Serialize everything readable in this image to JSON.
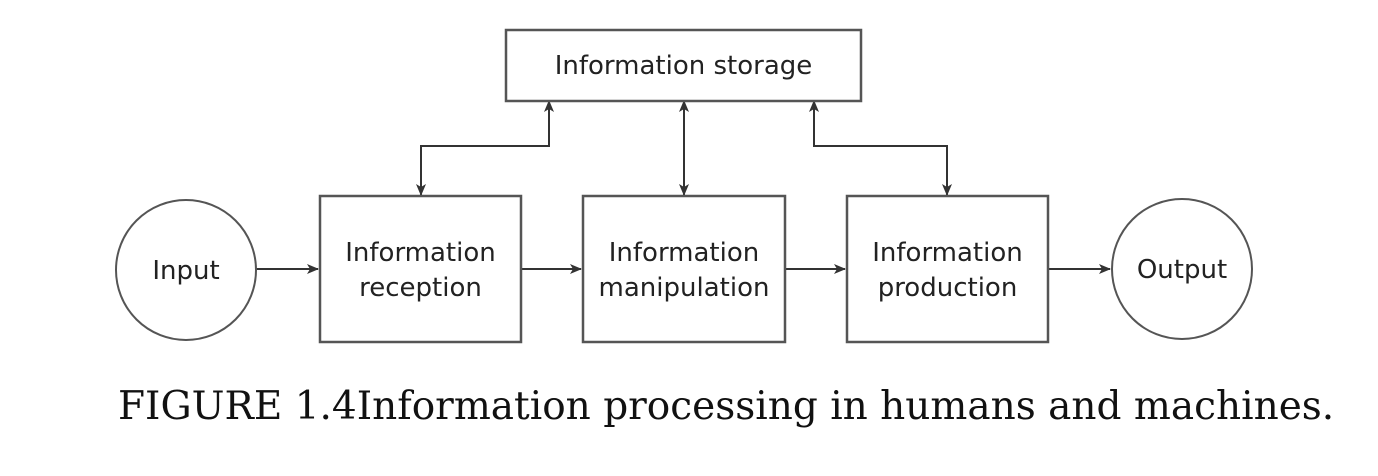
{
  "diagram": {
    "nodes": {
      "storage": {
        "line1": "Information storage"
      },
      "input": {
        "line1": "Input"
      },
      "reception": {
        "line1": "Information",
        "line2": "reception"
      },
      "manipulation": {
        "line1": "Information",
        "line2": "manipulation"
      },
      "production": {
        "line1": "Information",
        "line2": "production"
      },
      "output": {
        "line1": "Output"
      }
    },
    "edges": [
      {
        "from": "input",
        "to": "reception",
        "direction": "forward"
      },
      {
        "from": "reception",
        "to": "manipulation",
        "direction": "forward"
      },
      {
        "from": "manipulation",
        "to": "production",
        "direction": "forward"
      },
      {
        "from": "production",
        "to": "output",
        "direction": "forward"
      },
      {
        "from": "reception",
        "to": "storage",
        "direction": "bidirectional"
      },
      {
        "from": "manipulation",
        "to": "storage",
        "direction": "bidirectional"
      },
      {
        "from": "production",
        "to": "storage",
        "direction": "bidirectional"
      }
    ]
  },
  "caption": {
    "text": "FIGURE 1.4Information processing in humans and machines."
  }
}
